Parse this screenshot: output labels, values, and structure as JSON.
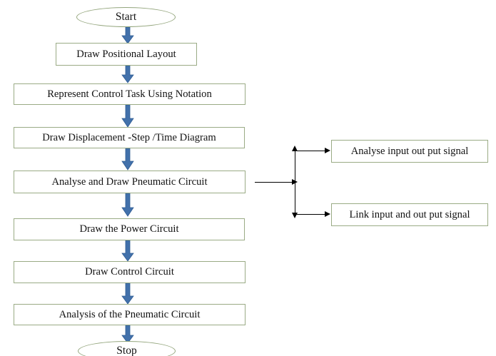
{
  "diagram": {
    "title": "Pneumatic Circuit Design Flowchart",
    "colors": {
      "arrow_blue": "#4271ab",
      "arrow_blue_dark": "#2f5c93",
      "box_border_green": "#9aab85",
      "ellipse_border_green": "#93a57c",
      "connector_black": "#000000",
      "background": "#ffffff",
      "text": "#111111"
    },
    "main_flow": {
      "start": {
        "label": "Start",
        "shape": "ellipse"
      },
      "steps": [
        {
          "label": "Draw Positional Layout",
          "shape": "rect"
        },
        {
          "label": "Represent Control Task Using Notation",
          "shape": "rect"
        },
        {
          "label": "Draw Displacement -Step /Time Diagram",
          "shape": "rect"
        },
        {
          "label": "Analyse and Draw Pneumatic Circuit",
          "shape": "rect"
        },
        {
          "label": "Draw the Power Circuit",
          "shape": "rect"
        },
        {
          "label": "Draw Control Circuit",
          "shape": "rect"
        },
        {
          "label": "Analysis of the Pneumatic Circuit",
          "shape": "rect"
        }
      ],
      "end": {
        "label": "Stop",
        "shape": "ellipse"
      }
    },
    "branch": {
      "source_step": "Analyse and Draw Pneumatic Circuit",
      "boxes": [
        {
          "label": "Analyse input out put signal",
          "shape": "rect"
        },
        {
          "label": "Link input and out put signal",
          "shape": "rect"
        }
      ]
    },
    "connectors": {
      "main_arrow_icon": "down-block-arrow-icon",
      "branch_arrow_icon": "right-arrow-icon",
      "split_up_icon": "up-arrow-icon",
      "split_down_icon": "down-arrow-icon"
    }
  }
}
